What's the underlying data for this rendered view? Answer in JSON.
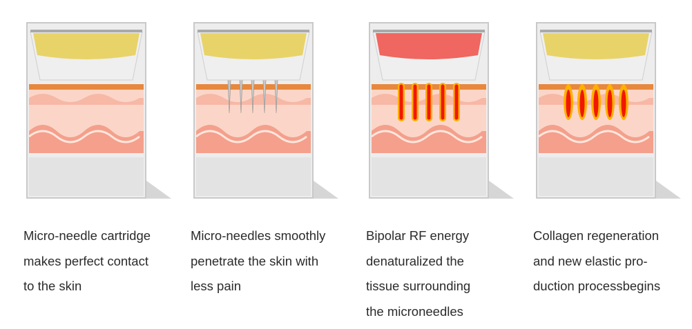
{
  "steps": [
    {
      "stage": "contact",
      "applicator_tint": "#e6c93c",
      "caption_lines": [
        "Micro-needle cartridge",
        "makes perfect contact",
        "to the skin"
      ]
    },
    {
      "stage": "penetration",
      "applicator_tint": "#e6c93c",
      "caption_lines": [
        "Micro-needles smoothly",
        "penetrate the skin with",
        "less pain"
      ]
    },
    {
      "stage": "rf_energy",
      "applicator_tint": "#f0443c",
      "caption_lines": [
        "Bipolar RF energy",
        "denaturalized the",
        "tissue surrounding",
        "the microneedles"
      ]
    },
    {
      "stage": "regeneration",
      "applicator_tint": "#e6c93c",
      "caption_lines": [
        "Collagen regeneration",
        "and new elastic pro-",
        "duction processbegins"
      ]
    }
  ],
  "colors": {
    "skin_surface": "#e7883e",
    "skin_light": "#fbd6c8",
    "skin_mid": "#f4a08c",
    "heat_core": "#f01800",
    "heat_glow": "#ffb000"
  }
}
